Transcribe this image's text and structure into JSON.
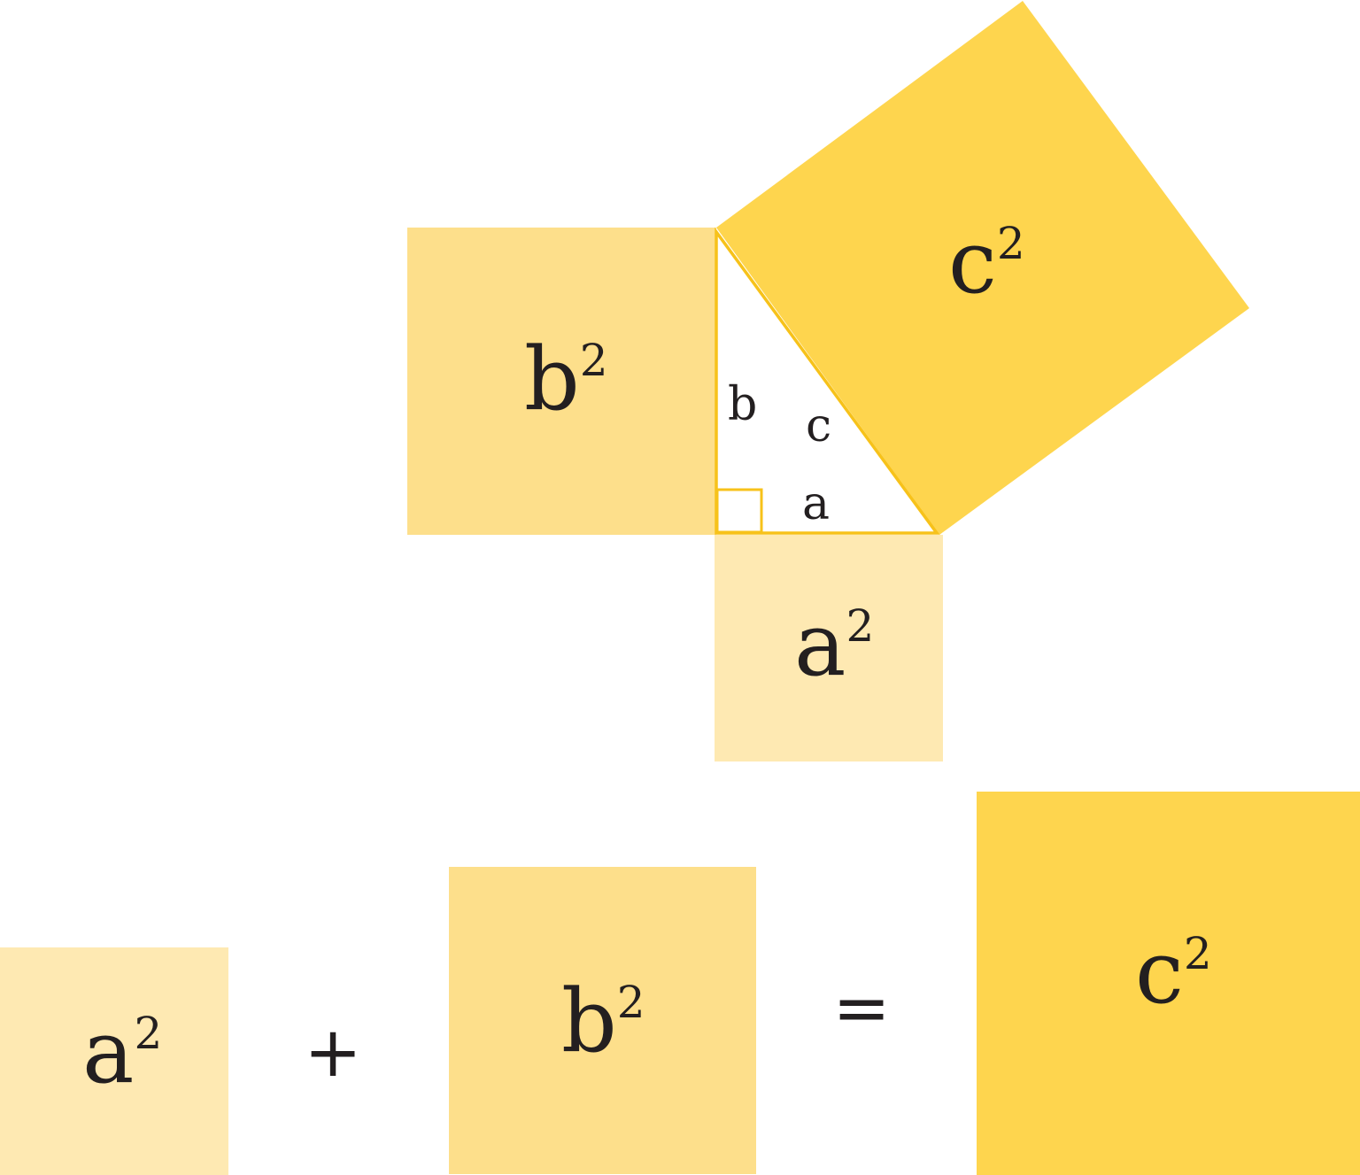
{
  "colors": {
    "a_square": "#fee9b2",
    "b_square": "#fddf8b",
    "c_square": "#fed54e",
    "triangle_outline": "#f7c21a",
    "text": "#231f20",
    "background": "#ffffff"
  },
  "diagram": {
    "squares": {
      "a": {
        "base": "a",
        "exp": "2"
      },
      "b": {
        "base": "b",
        "exp": "2"
      },
      "c": {
        "base": "c",
        "exp": "2"
      }
    },
    "sides": {
      "a": "a",
      "b": "b",
      "c": "c"
    }
  },
  "equation": {
    "term1": {
      "base": "a",
      "exp": "2"
    },
    "plus": "+",
    "term2": {
      "base": "b",
      "exp": "2"
    },
    "equals": "=",
    "term3": {
      "base": "c",
      "exp": "2"
    }
  }
}
